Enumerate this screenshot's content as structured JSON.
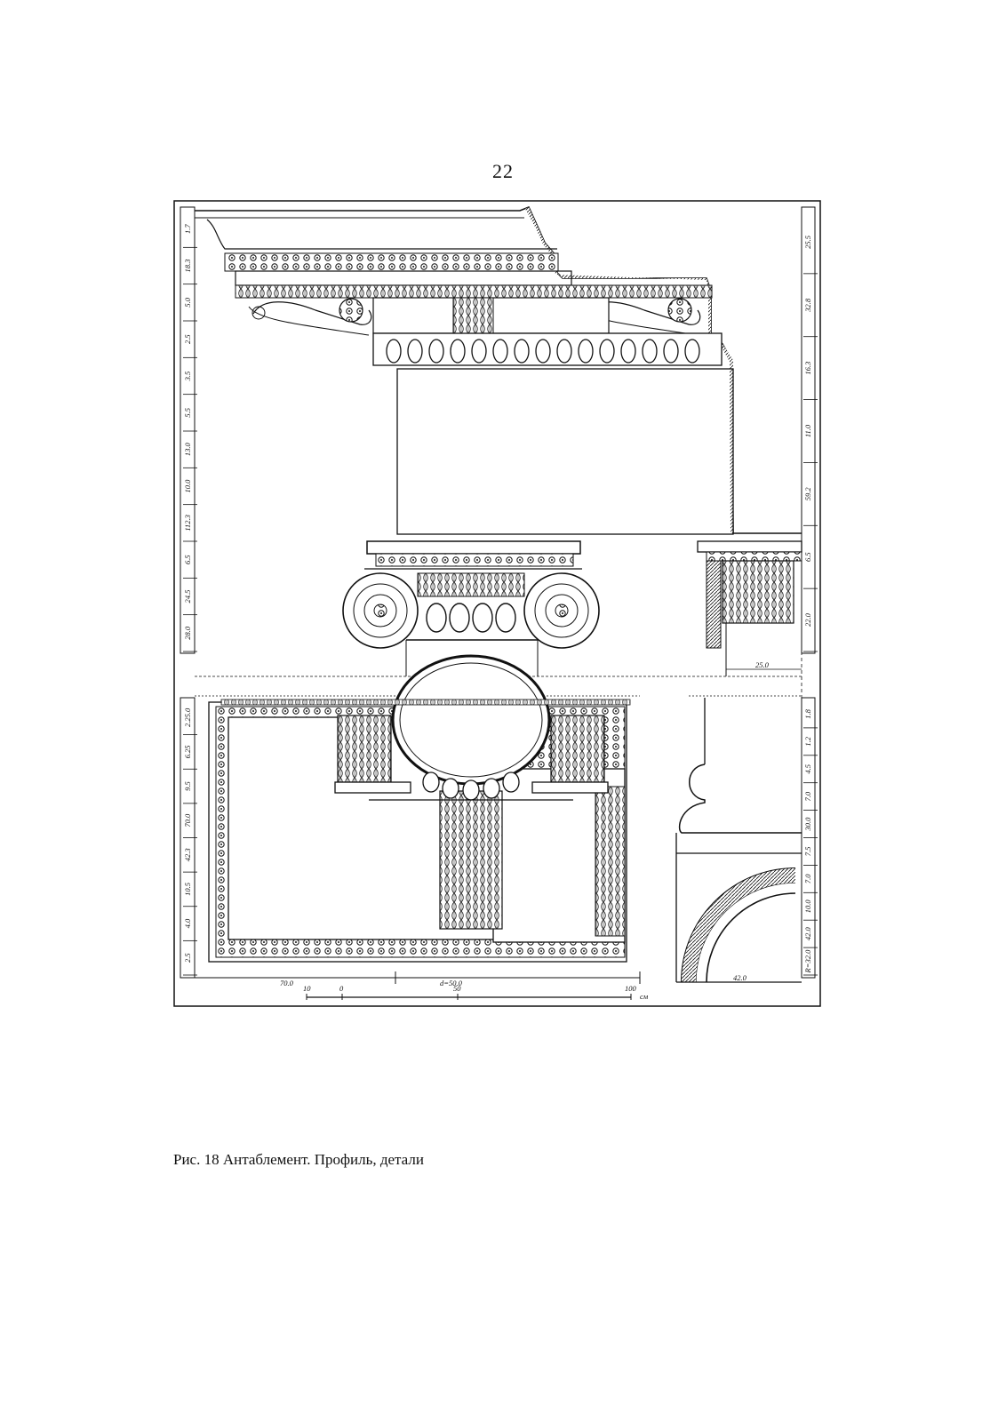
{
  "page_number": "22",
  "caption": "Рис. 18 Антаблемент. Профиль, детали",
  "drawing": {
    "left_dimensions_upper": [
      "1.7",
      "18.3",
      "5.0",
      "2.5",
      "3.5",
      "5.5",
      "13.0",
      "10.0",
      "112.3",
      "6.5",
      "24.5",
      "28.0"
    ],
    "right_dimensions_upper": [
      "25.5",
      "32.8",
      "16.3",
      "11.0",
      "59.2",
      "6.5",
      "22.0"
    ],
    "left_dimensions_lower": [
      "2.25.0",
      "6.25",
      "9.5",
      "70.0",
      "42.3",
      "10.5",
      "4.0",
      "2.5"
    ],
    "right_dimensions_lower": [
      "1.8",
      "1.2",
      "4.5",
      "7.0",
      "30.0",
      "7.5",
      "7.0",
      "10.0",
      "42.0",
      "R=32.0"
    ],
    "bottom_dimensions": [
      "70.0",
      "d=50.0",
      "25.0",
      "42.0"
    ],
    "scale": {
      "ticks": [
        "10",
        "0",
        "50",
        "100"
      ],
      "unit": "см"
    }
  }
}
